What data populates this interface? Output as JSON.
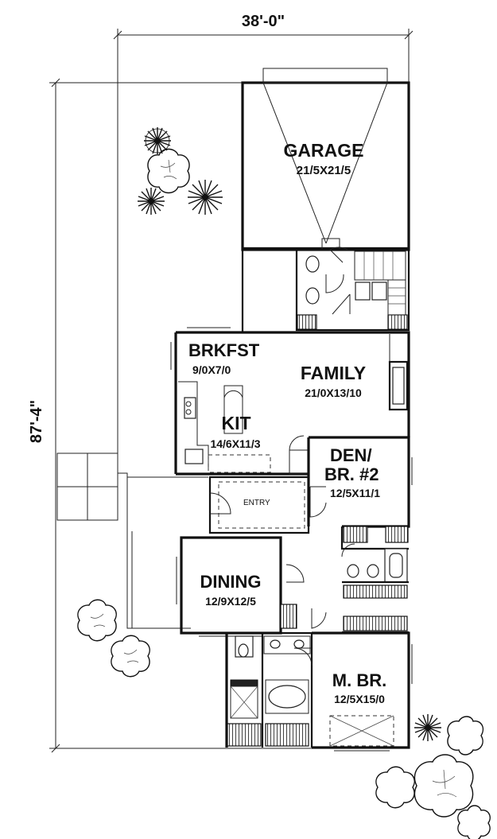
{
  "dimensions": {
    "width": "38'-0\"",
    "depth": "87'-4\""
  },
  "rooms": {
    "garage": {
      "name": "GARAGE",
      "size": "21/5X21/5"
    },
    "brkfst": {
      "name": "BRKFST",
      "size": "9/0X7/0"
    },
    "family": {
      "name": "FAMILY",
      "size": "21/0X13/10"
    },
    "kit": {
      "name": "KIT",
      "size": "14/6X11/3"
    },
    "den": {
      "name_line1": "DEN/",
      "name_line2": "BR. #2",
      "size": "12/5X11/1"
    },
    "entry": {
      "name": "ENTRY"
    },
    "dining": {
      "name": "DINING",
      "size": "12/9X12/5"
    },
    "mbr": {
      "name": "M. BR.",
      "size": "12/5X15/0"
    }
  }
}
